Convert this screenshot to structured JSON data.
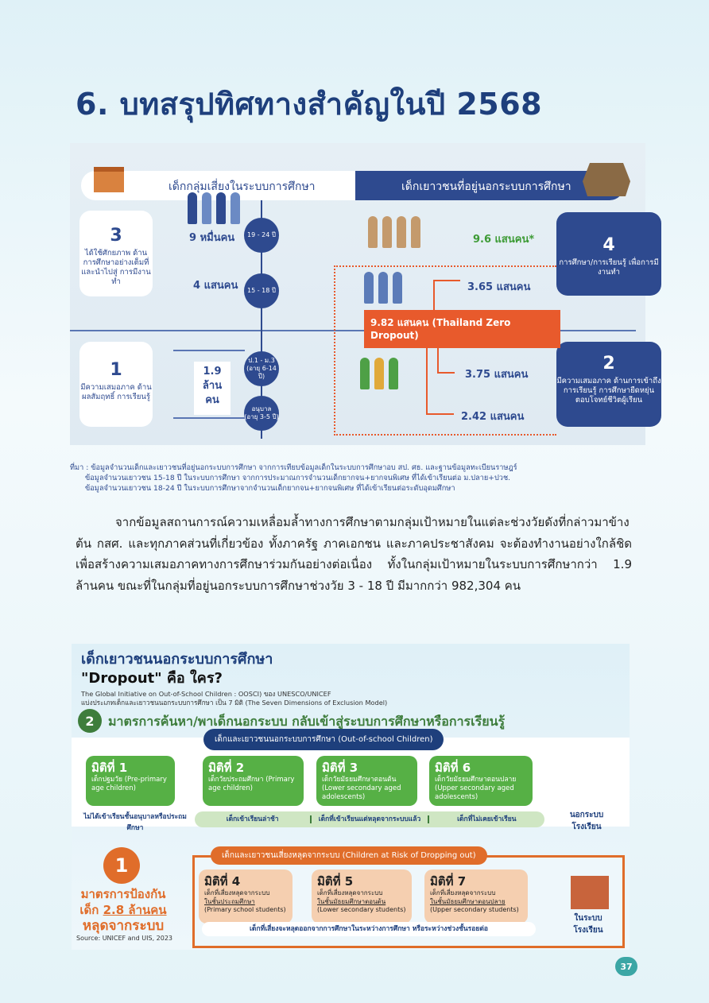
{
  "title": "6. บทสรุปทิศทางสำคัญในปี 2568",
  "info1": {
    "header_left": "เด็กกลุ่มเสี่ยงในระบบการศึกษา",
    "header_right": "เด็กเยาวชนที่อยู่นอกระบบการศึกษา",
    "box3": {
      "num": "3",
      "text": "ได้ใช้ศักยภาพ ด้านการศึกษาอย่างเต็มที่ และนำไปสู่ การมีงานทำ"
    },
    "box1": {
      "num": "1",
      "text": "มีความเสมอภาค ด้านผลสัมฤทธิ์ การเรียนรู้"
    },
    "box4": {
      "num": "4",
      "text": "การศึกษา/การเรียนรู้ เพื่อการมีงานทำ"
    },
    "box2": {
      "num": "2",
      "text": "มีความเสมอภาค ด้านการเข้าถึงการเรียนรู้ การศึกษายืดหยุ่น ตอบโจทย์ชีวิตผู้เรียน"
    },
    "ages": {
      "a1": "19 - 24 ปี",
      "a2": "15 - 18 ปี",
      "a3": "ป.1 - ม.3",
      "a3sub": "(อายุ 6-14 ปี)",
      "a4": "อนุบาล",
      "a4sub": "(อายุ 3-5 ปี)"
    },
    "counts": {
      "c1": "9 หมื่นคน",
      "c2": "4 แสนคน",
      "c3": "9.6 แสนคน*",
      "c4": "3.65 แสนคน",
      "c5": "3.75 แสนคน",
      "c6": "2.42 แสนคน",
      "total_in_1": "1.9",
      "total_in_2": "ล้าน",
      "total_in_3": "คน"
    },
    "orange": "9.82 แสนคน (Thailand Zero Dropout)",
    "colors": {
      "navy": "#2e4a8f",
      "orange": "#e85a2c",
      "green": "#3d9b35"
    }
  },
  "notes": [
    "ที่มา : ข้อมูลจำนวนเด็กและเยาวชนที่อยู่นอกระบบการศึกษา จากการเทียบข้อมูลเด็กในระบบการศึกษาอบ สป. ศธ. และฐานข้อมูลทะเบียนราษฎร์",
    "ข้อมูลจำนวนเยาวชน 15-18 ปี ในระบบการศึกษา จากการประมาณการจำนวนเด็กยากจน+ยากจนพิเศษ ที่ได้เข้าเรียนต่อ ม.ปลาย+ปวช.",
    "ข้อมูลจำนวนเยาวชน 18-24 ปี ในระบบการศึกษาจากจำนวนเด็กยากจน+ยากจนพิเศษ ที่ได้เข้าเรียนต่อระดับอุดมศึกษา"
  ],
  "paragraph": "จากข้อมูลสถานการณ์ความเหลื่อมล้ำทางการศึกษาตามกลุ่มเป้าหมายในแต่ละช่วงวัยดังที่กล่าวมาข้างต้น กสศ. และทุกภาคส่วนที่เกี่ยวข้อง ทั้งภาครัฐ ภาคเอกชน และภาคประชาสังคม จะต้องทำงานอย่างใกล้ชิดเพื่อสร้างความเสมอภาคทางการศึกษาร่วมกันอย่างต่อเนื่อง ทั้งในกลุ่มเป้าหมายในระบบการศึกษากว่า 1.9 ล้านคน ขณะที่ในกลุ่มที่อยู่นอกระบบการศึกษาช่วงวัย 3 - 18 ปี มีมากกว่า 982,304 คน",
  "info2": {
    "title1": "เด็กเยาวชนนอกระบบการศึกษา",
    "title2": "\"Dropout\" คือ ใคร?",
    "sub1": "The Global Initiative on Out-of-School Children : OOSCI) ของ UNESCO/UNICEF",
    "sub2": "แบ่งประเภทเด็กและเยาวชนนอกระบบการศึกษา เป็น 7 มิติ (The Seven Dimensions of Exclusion Model)",
    "m2_num": "2",
    "m2_title": "มาตรการค้นหา/พาเด็กนอกระบบ กลับเข้าสู่ระบบการศึกษาหรือการเรียนรู้",
    "oos_pill": "เด็กและเยาวชนนอกระบบการศึกษา (Out-of-school Children)",
    "green_cards": [
      {
        "t": "มิติที่ 1",
        "d": "เด็กปฐมวัย (Pre-primary age children)"
      },
      {
        "t": "มิติที่ 2",
        "d": "เด็กวัยประถมศึกษา (Primary age children)"
      },
      {
        "t": "มิติที่ 3",
        "d": "เด็กวัยมัธยมศึกษาตอนต้น (Lower secondary aged adolescents)"
      },
      {
        "t": "มิติที่ 6",
        "d": "เด็กวัยมัธยมศึกษาตอนปลาย (Upper secondary aged adolescents)"
      }
    ],
    "not_enrolled": "ไม่ได้เข้าเรียนชั้นอนุบาลหรือประถมศึกษา",
    "bar": [
      "เด็กเข้าเรียนล่าช้า",
      "เด็กที่เข้าเรียนแต่หลุดจากระบบแล้ว",
      "เด็กที่ไม่เคยเข้าเรียน"
    ],
    "outside": "นอกระบบโรงเรียน",
    "m1_num": "1",
    "m1_title_a": "มาตรการป้องกัน",
    "m1_title_b": "เด็ก",
    "m1_title_c": "2.8 ล้านคน",
    "m1_title_d": "หลุดจากระบบ",
    "source": "Source: UNICEF and UIS, 2023",
    "risk_pill": "เด็กและเยาวชนเสี่ยงหลุดจากระบบ (Children at Risk of Dropping out)",
    "orange_cards": [
      {
        "t": "มิติที่ 4",
        "d1": "เด็กที่เสี่ยงหลุดจากระบบ",
        "d2": "ในชั้นประถมศึกษา",
        "d3": "(Primary school students)"
      },
      {
        "t": "มิติที่ 5",
        "d1": "เด็กที่เสี่ยงหลุดจากระบบ",
        "d2": "ในชั้นมัธยมศึกษาตอนต้น",
        "d3": "(Lower secondary students)"
      },
      {
        "t": "มิติที่ 7",
        "d1": "เด็กที่เสี่ยงหลุดจากระบบ",
        "d2": "ในชั้นมัธยมศึกษาตอนปลาย",
        "d3": "(Upper secondary students)"
      }
    ],
    "risk_bar": "เด็กที่เสี่ยงจะหลุดออกจากการศึกษาในระหว่างการศึกษา หรือระหว่างช่วงชั้นรอยต่อ",
    "inside": "ในระบบโรงเรียน"
  },
  "page_number": "37"
}
